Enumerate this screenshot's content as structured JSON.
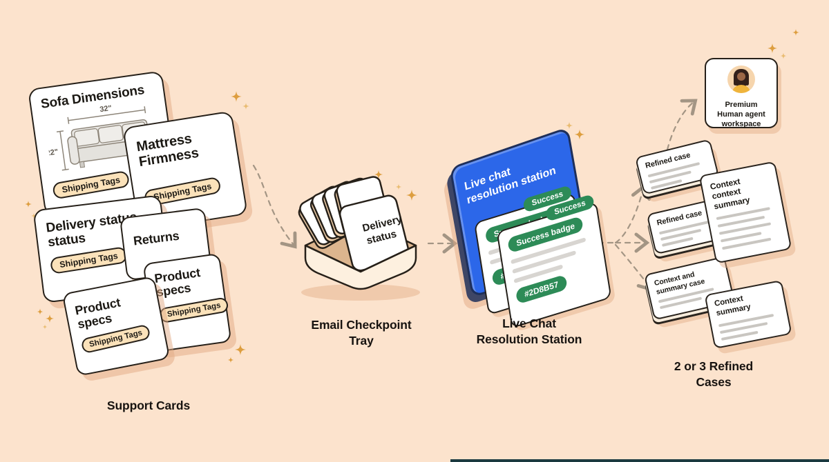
{
  "colors": {
    "background": "#fce3cd",
    "accent_blue": "#2c67e9",
    "accent_green": "#2d8b57",
    "sparkle_gold": "#dd9e3f",
    "card_shadow_peach": "#e2aa84"
  },
  "support": {
    "label": "Support Cards",
    "cards": [
      {
        "title": "Sofa Dimensions",
        "tag": "Shipping Tags",
        "dim_width": "32\"",
        "dim_height": "22\""
      },
      {
        "title": "Mattress Firmness",
        "tag": "Shipping Tags"
      },
      {
        "title": "Delivery status status",
        "tag": "Shipping Tags"
      },
      {
        "title": "Returns"
      },
      {
        "title": "Product specs",
        "tag": "Shipping Tags"
      },
      {
        "title": "Product specs",
        "tag": "Shipping Tags"
      }
    ]
  },
  "tray": {
    "label_line1": "Email Checkpoint",
    "label_line2": "Tray",
    "front_card_line1": "Delivery",
    "front_card_line2": "status"
  },
  "station": {
    "label_line1": "Live Chat",
    "label_line2": "Resolution Station",
    "panel_text": "Live chat resolution station",
    "cards": [
      {
        "tab": "Success",
        "badge": "Success badge",
        "code": "#2D8B57"
      },
      {
        "tab": "Success",
        "badge": "Success badge",
        "code": "#2D8B57"
      }
    ]
  },
  "refined": {
    "label_line1": "2 or 3 Refined",
    "label_line2": "Cases",
    "cards": [
      {
        "title": "Refined case"
      },
      {
        "title": "Refined case"
      },
      {
        "title": "Context context summary"
      },
      {
        "title": "Context and summary case"
      },
      {
        "title": "Context summary"
      }
    ]
  },
  "premium": {
    "line1": "Premium",
    "line2": "Human agent",
    "line3": "workspace"
  }
}
